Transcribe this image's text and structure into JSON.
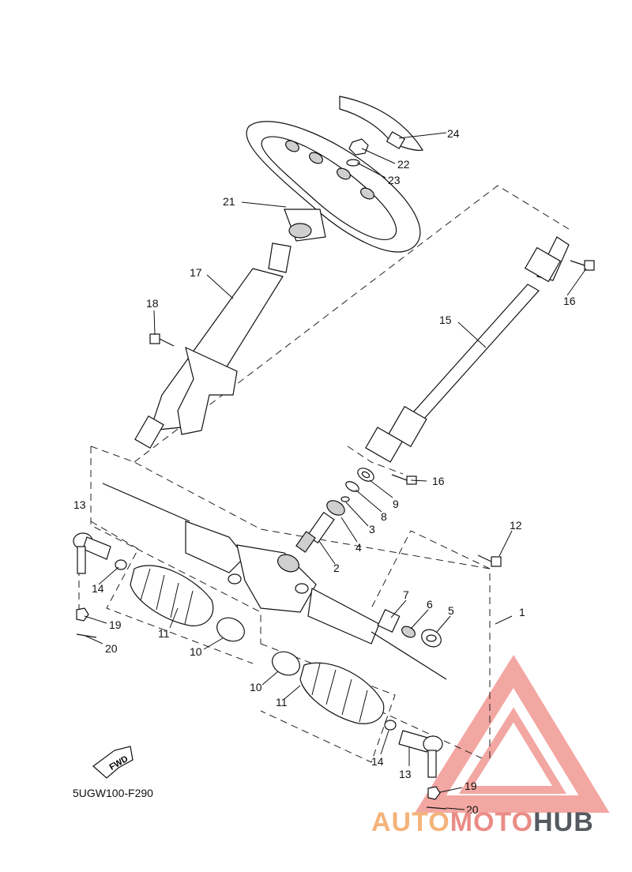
{
  "diagram_code": "5UGW100-F290",
  "fwd_badge": "FWD",
  "watermark": {
    "part1": "AUTO",
    "part2": "MOTO",
    "part3": "HUB"
  },
  "callouts": {
    "c1": "1",
    "c2": "2",
    "c3": "3",
    "c4": "4",
    "c5": "5",
    "c6": "6",
    "c7": "7",
    "c8": "8",
    "c9": "9",
    "c10a": "10",
    "c10b": "10",
    "c11a": "11",
    "c11b": "11",
    "c12": "12",
    "c13a": "13",
    "c13b": "13",
    "c14a": "14",
    "c14b": "14",
    "c15": "15",
    "c16a": "16",
    "c16b": "16",
    "c17": "17",
    "c18": "18",
    "c19a": "19",
    "c19b": "19",
    "c20a": "20",
    "c20b": "20",
    "c21": "21",
    "c22": "22",
    "c23": "23",
    "c24": "24"
  },
  "colors": {
    "line": "#111111",
    "watermark_red": "#f08a84",
    "watermark_dark": "#555a60",
    "watermark_orange": "#f4b37a"
  }
}
